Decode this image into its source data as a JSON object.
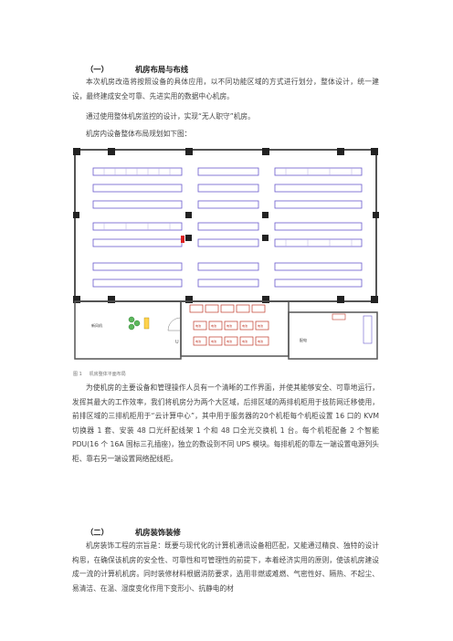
{
  "section1": {
    "number": "（一）",
    "title": "机房布局与布线",
    "para1": "本次机房改造将按照设备的具体应用，以不同功能区域的方式进行划分，整体设计，统一建设，最终建成安全可靠、先进实用的数据中心机房。",
    "line2": "通过使用整体机房监控的设计，实现“无人职守”机房。",
    "line3": "机房内设备整体布局规划如下图："
  },
  "figure": {
    "left_room_label": "新风机",
    "right_room_label": "配电",
    "corner_label": "U",
    "cabinet_label": "电池"
  },
  "caption": {
    "number": "图 1",
    "text": "机房整体平面布局"
  },
  "para2": "为使机房的主要设备和管理操作人员有一个清晰的工作界面，并使其能够安全、可靠地运行，发挥其最大的工作效率，我们将机房分为两个大区域，后排区域的两排机柜用于技防网迁移使用，前排区域的三排机柜用于“云计算中心”，其中用于服务器的20个机柜每个机柜设置 16 口的 KVM 切换器 1 套、安装 48 口光纤配线架 1 个和 48 口全光交换机 1 台。每个机柜配备 2 个智能 PDU(16 个 16A 国标三孔插座)，独立的数设到不同 UPS 模块。每排机柜的靠左一端设置电源列头柜、靠右另一端设置网络配线柜。",
  "section2": {
    "number": "（二）",
    "title": "机房装饰装修",
    "para": "机房装饰工程的宗旨是：既要与现代化的计算机通讯设备相匹配，又能通过精良、独特的设计构思，在确保该机房的安全性、可靠性和可管理性的前提下，本着经济实用的原则，使该机房建设成一流的计算机机房。同时装修材料根据消防要求，选用非燃或难燃、气密性好、隔热、不起尘、易清洁、在温、湿度变化作用下变形小、抗静电的材"
  }
}
